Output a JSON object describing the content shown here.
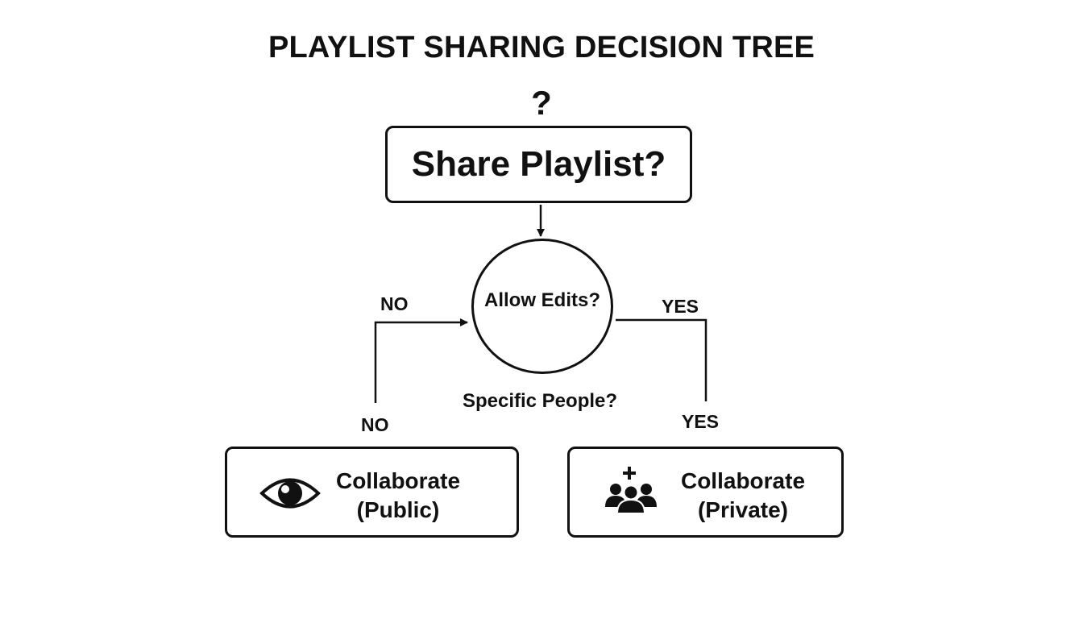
{
  "diagram": {
    "title": "PLAYLIST SHARING DECISION TREE",
    "question_mark": "?",
    "root": {
      "label": "Share Playlist?"
    },
    "decision": {
      "label": "Allow Edits?"
    },
    "sub_question": "Specific People?",
    "edges": {
      "left_top": "NO",
      "left_bottom": "NO",
      "right_top": "YES",
      "right_bottom": "YES"
    },
    "leaves": [
      {
        "line1": "Collaborate",
        "line2": "(Public)",
        "icon": "eye-icon"
      },
      {
        "line1": "Collaborate",
        "line2": "(Private)",
        "icon": "add-group-icon"
      }
    ]
  }
}
